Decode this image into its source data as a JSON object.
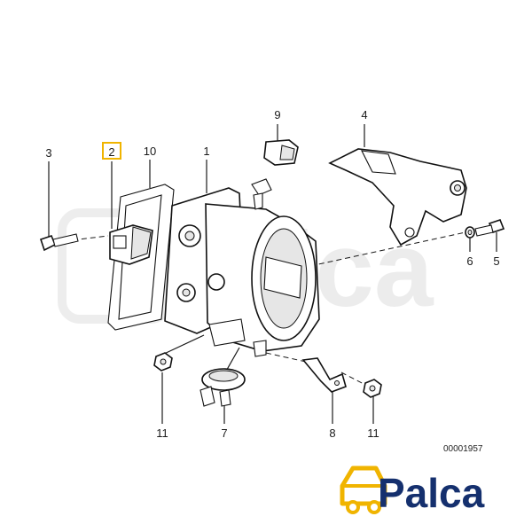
{
  "callouts": {
    "c1": "1",
    "c2": "2",
    "c3": "3",
    "c4": "4",
    "c5": "5",
    "c6": "6",
    "c7": "7",
    "c8": "8",
    "c9": "9",
    "c10": "10",
    "c11a": "11",
    "c11b": "11"
  },
  "highlight_color": "#f0b400",
  "drawing_number": "00001957",
  "logo": {
    "text": "Palca",
    "color": "#15306e",
    "accent": "#f0b400"
  },
  "watermark": {
    "text": "Palca"
  }
}
